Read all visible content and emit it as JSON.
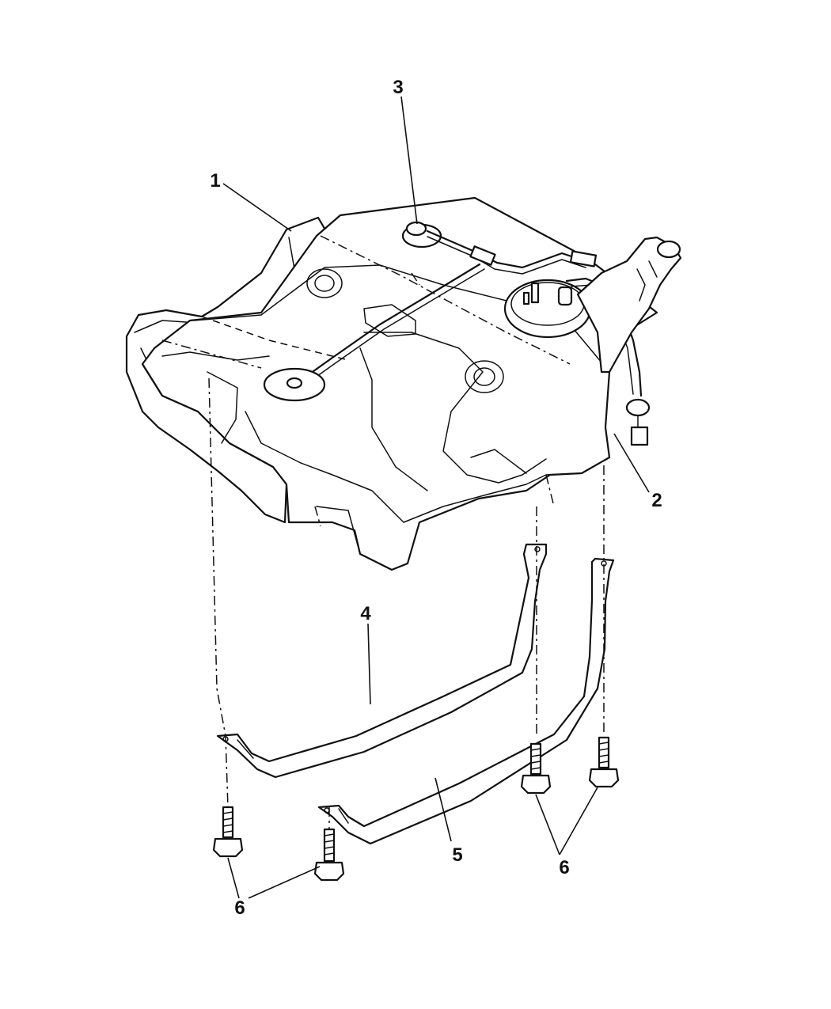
{
  "callouts": {
    "c1": "1",
    "c2": "2",
    "c3": "3",
    "c4": "4",
    "c5": "5",
    "c6a": "6",
    "c6b": "6"
  },
  "colors": {
    "line": "#111111",
    "background": "#ffffff"
  }
}
